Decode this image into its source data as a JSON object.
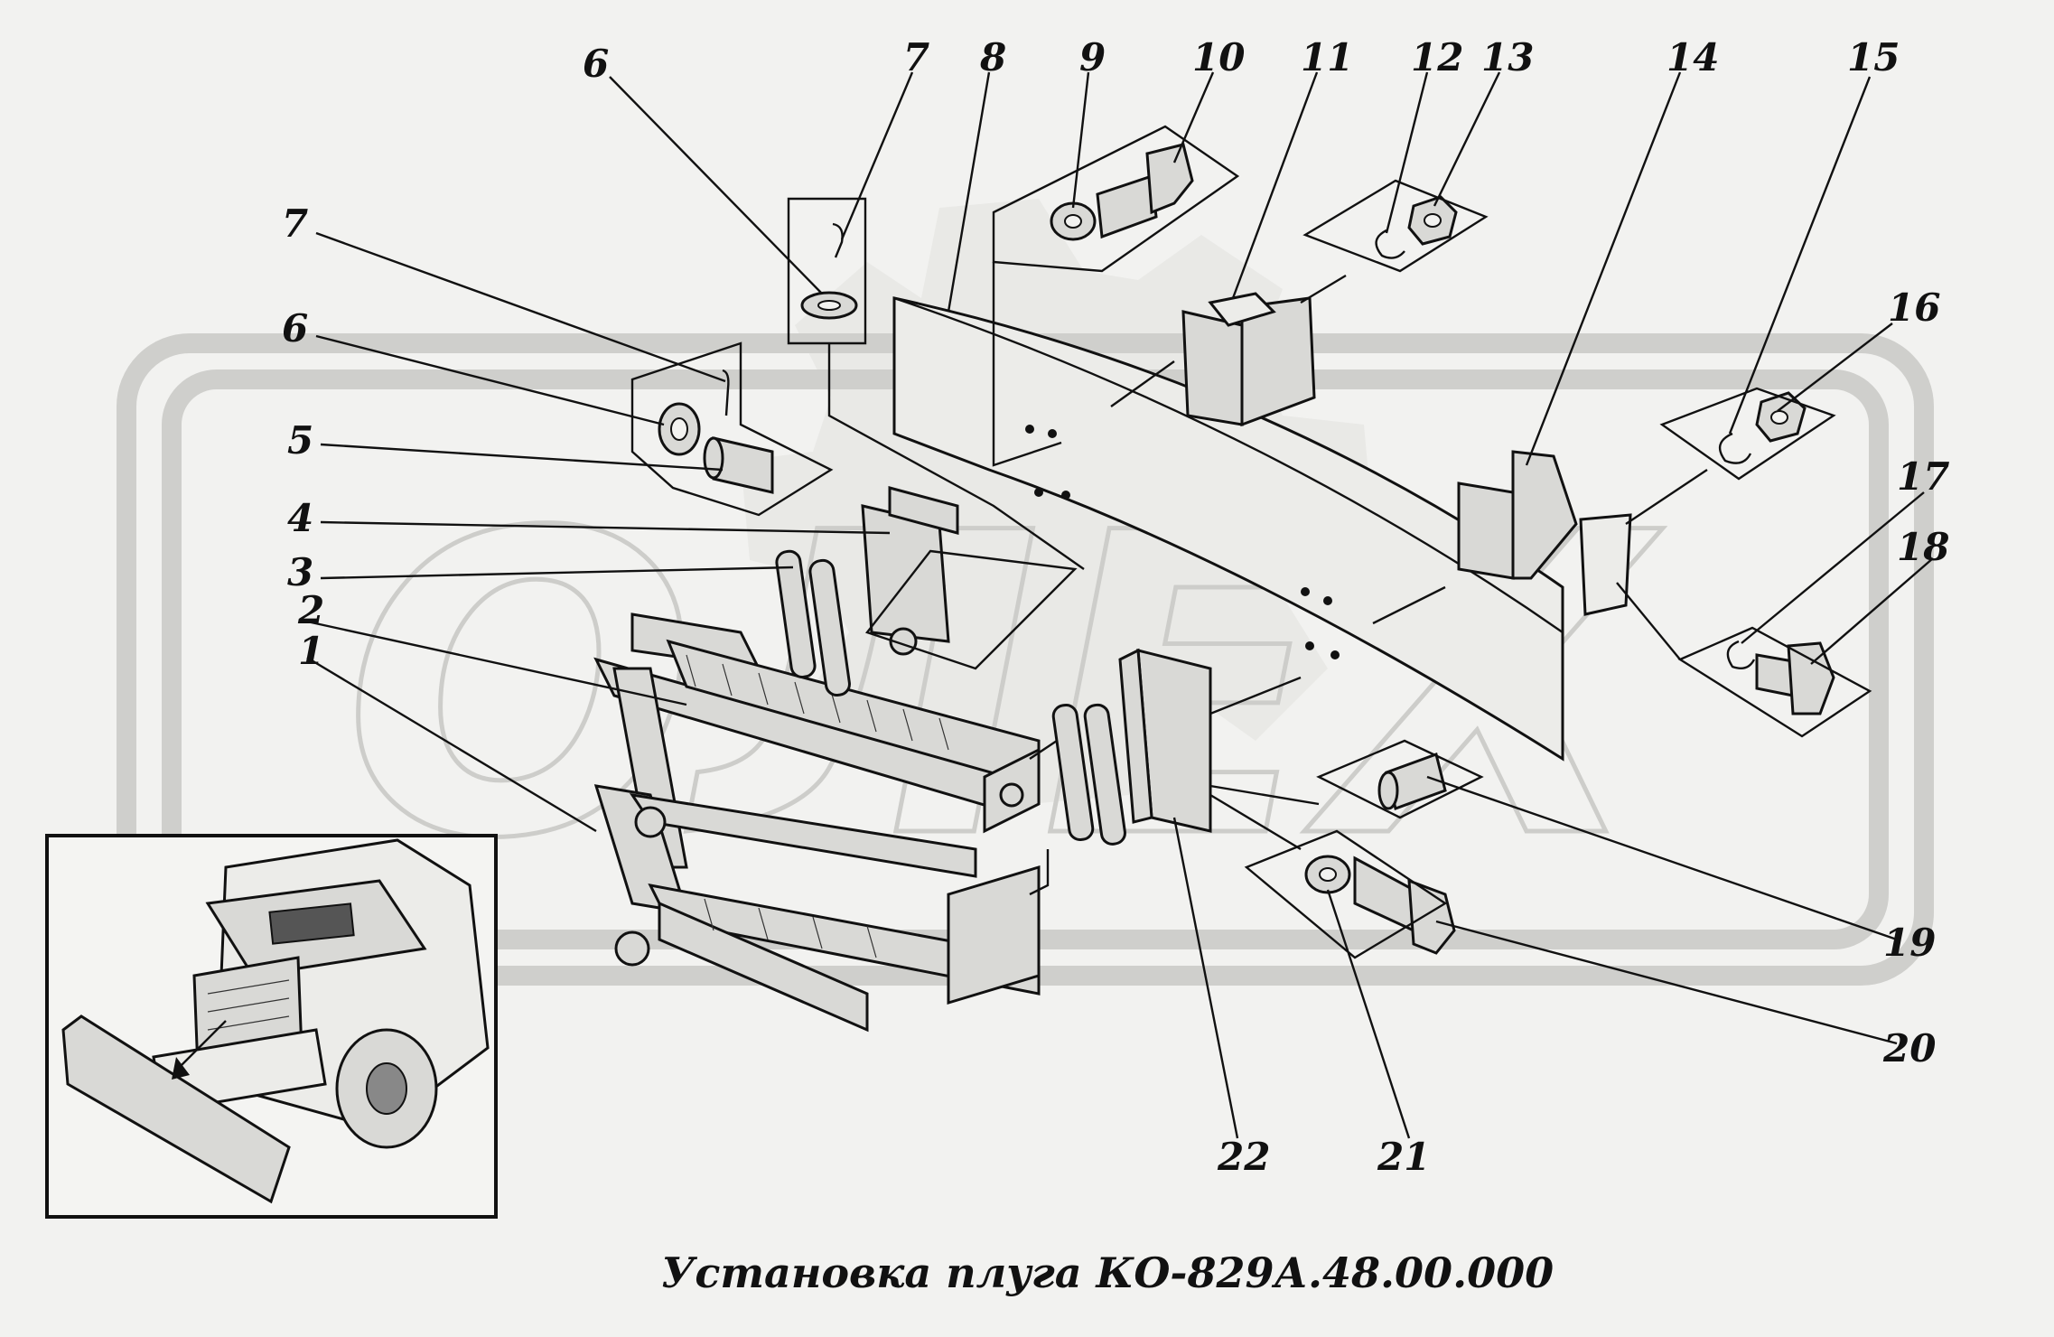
{
  "caption": "Установка плуга КО-829А.48.00.000",
  "watermark": "ОЛЕХ",
  "callouts": [
    {
      "id": "n1",
      "text": "1"
    },
    {
      "id": "n2",
      "text": "2"
    },
    {
      "id": "n3",
      "text": "3"
    },
    {
      "id": "n4",
      "text": "4"
    },
    {
      "id": "n5",
      "text": "5"
    },
    {
      "id": "n6a",
      "text": "6"
    },
    {
      "id": "n6b",
      "text": "6"
    },
    {
      "id": "n7a",
      "text": "7"
    },
    {
      "id": "n7b",
      "text": "7"
    },
    {
      "id": "n8",
      "text": "8"
    },
    {
      "id": "n9",
      "text": "9"
    },
    {
      "id": "n10",
      "text": "10"
    },
    {
      "id": "n11",
      "text": "11"
    },
    {
      "id": "n12",
      "text": "12"
    },
    {
      "id": "n13",
      "text": "13"
    },
    {
      "id": "n14",
      "text": "14"
    },
    {
      "id": "n15",
      "text": "15"
    },
    {
      "id": "n16",
      "text": "16"
    },
    {
      "id": "n17",
      "text": "17"
    },
    {
      "id": "n18",
      "text": "18"
    },
    {
      "id": "n19",
      "text": "19"
    },
    {
      "id": "n20",
      "text": "20"
    },
    {
      "id": "n21",
      "text": "21"
    },
    {
      "id": "n22",
      "text": "22"
    }
  ],
  "colors": {
    "ink": "#111111",
    "paper": "#f2f2f0",
    "watermark": "#cfcfcc"
  }
}
